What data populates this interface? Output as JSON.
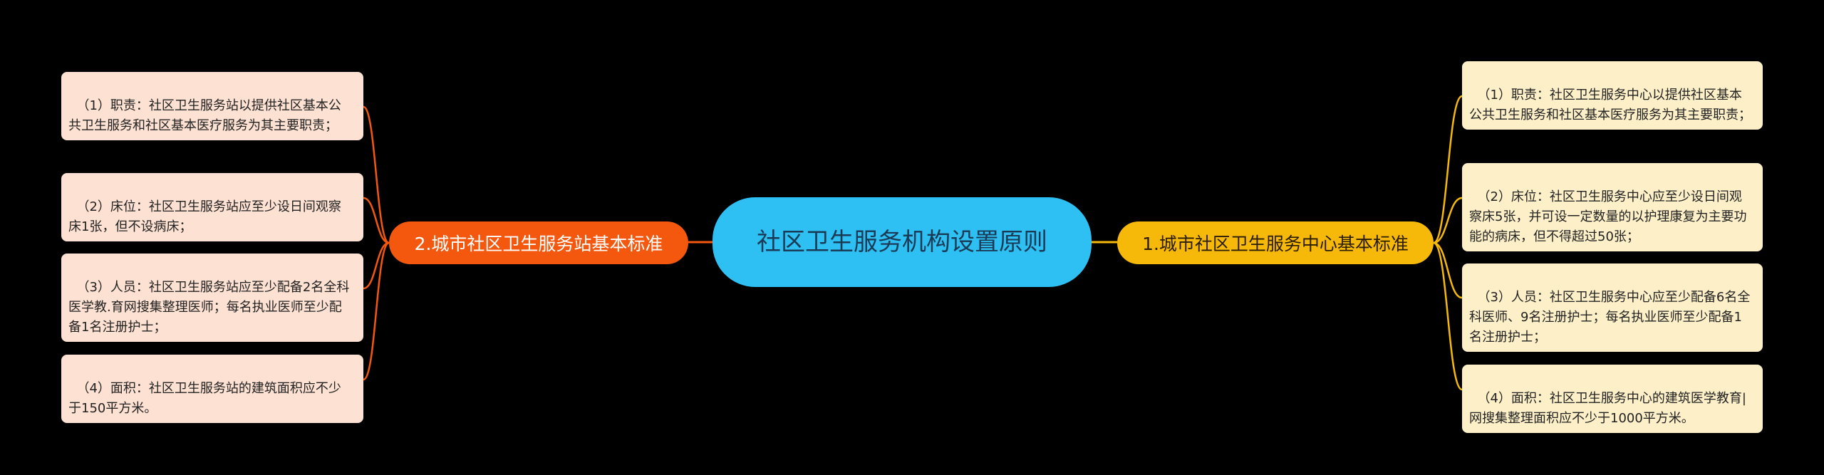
{
  "center": {
    "label": "社区卫生服务机构设置原则"
  },
  "branches": {
    "right": {
      "label": "1.城市社区卫生服务中心基本标准",
      "color": "#f6b90a",
      "items": [
        "（1）职责：社区卫生服务中心以提供社区基本公共卫生服务和社区基本医疗服务为其主要职责；",
        "（2）床位：社区卫生服务中心应至少设日间观察床5张，并可设一定数量的以护理康复为主要功能的病床，但不得超过50张；",
        "（3）人员：社区卫生服务中心应至少配备6名全科医师、9名注册护士；每名执业医师至少配备1名注册护士；",
        "（4）面积：社区卫生服务中心的建筑医学教育|网搜集整理面积应不少于1000平方米。"
      ]
    },
    "left": {
      "label": "2.城市社区卫生服务站基本标准",
      "color": "#f4580f",
      "items": [
        "（1）职责：社区卫生服务站以提供社区基本公共卫生服务和社区基本医疗服务为其主要职责；",
        "（2）床位：社区卫生服务站应至少设日间观察床1张，但不设病床；",
        "（3）人员：社区卫生服务站应至少配备2名全科医学教.育网搜集整理医师；每名执业医师至少配备1名注册护士；",
        "（4）面积：社区卫生服务站的建筑面积应不少于150平方米。"
      ]
    }
  },
  "colors": {
    "center": "#2ec0f2",
    "left_leaf": "#fde1d2",
    "right_leaf": "#fdf0c8"
  }
}
